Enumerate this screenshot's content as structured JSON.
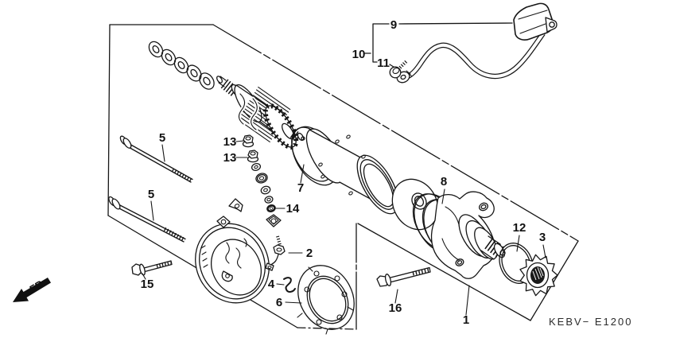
{
  "figure": {
    "code": "KEBV− E1200",
    "fr": "FR.",
    "labels": [
      "9",
      "10",
      "11",
      "13",
      "13",
      "14",
      "5",
      "5",
      "15",
      "7",
      "2",
      "4",
      "6",
      "8",
      "12",
      "3",
      "16",
      "1"
    ]
  }
}
